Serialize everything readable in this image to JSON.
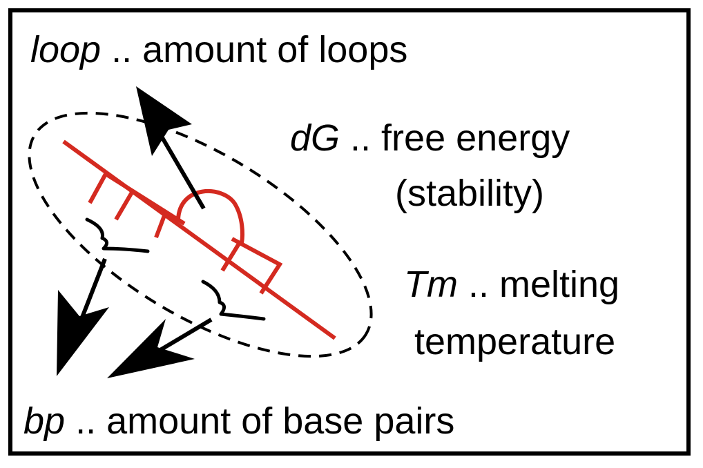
{
  "labels": {
    "loop": {
      "term": "loop",
      "desc": " .. amount of loops"
    },
    "dg": {
      "term": "dG",
      "desc": " .. free energy",
      "line2": "(stability)"
    },
    "tm": {
      "term": "Tm",
      "desc": " .. melting",
      "line2": "temperature"
    },
    "bp": {
      "term": "bp",
      "desc": " .. amount of base pairs"
    }
  },
  "colors": {
    "strand": "#d42a20",
    "ink": "#000000",
    "frame": "#000000",
    "background": "#ffffff"
  },
  "icons": [
    "rna-hairpin-structure-icon",
    "dashed-ellipse-icon",
    "arrow-icon",
    "curly-brace-icon"
  ]
}
